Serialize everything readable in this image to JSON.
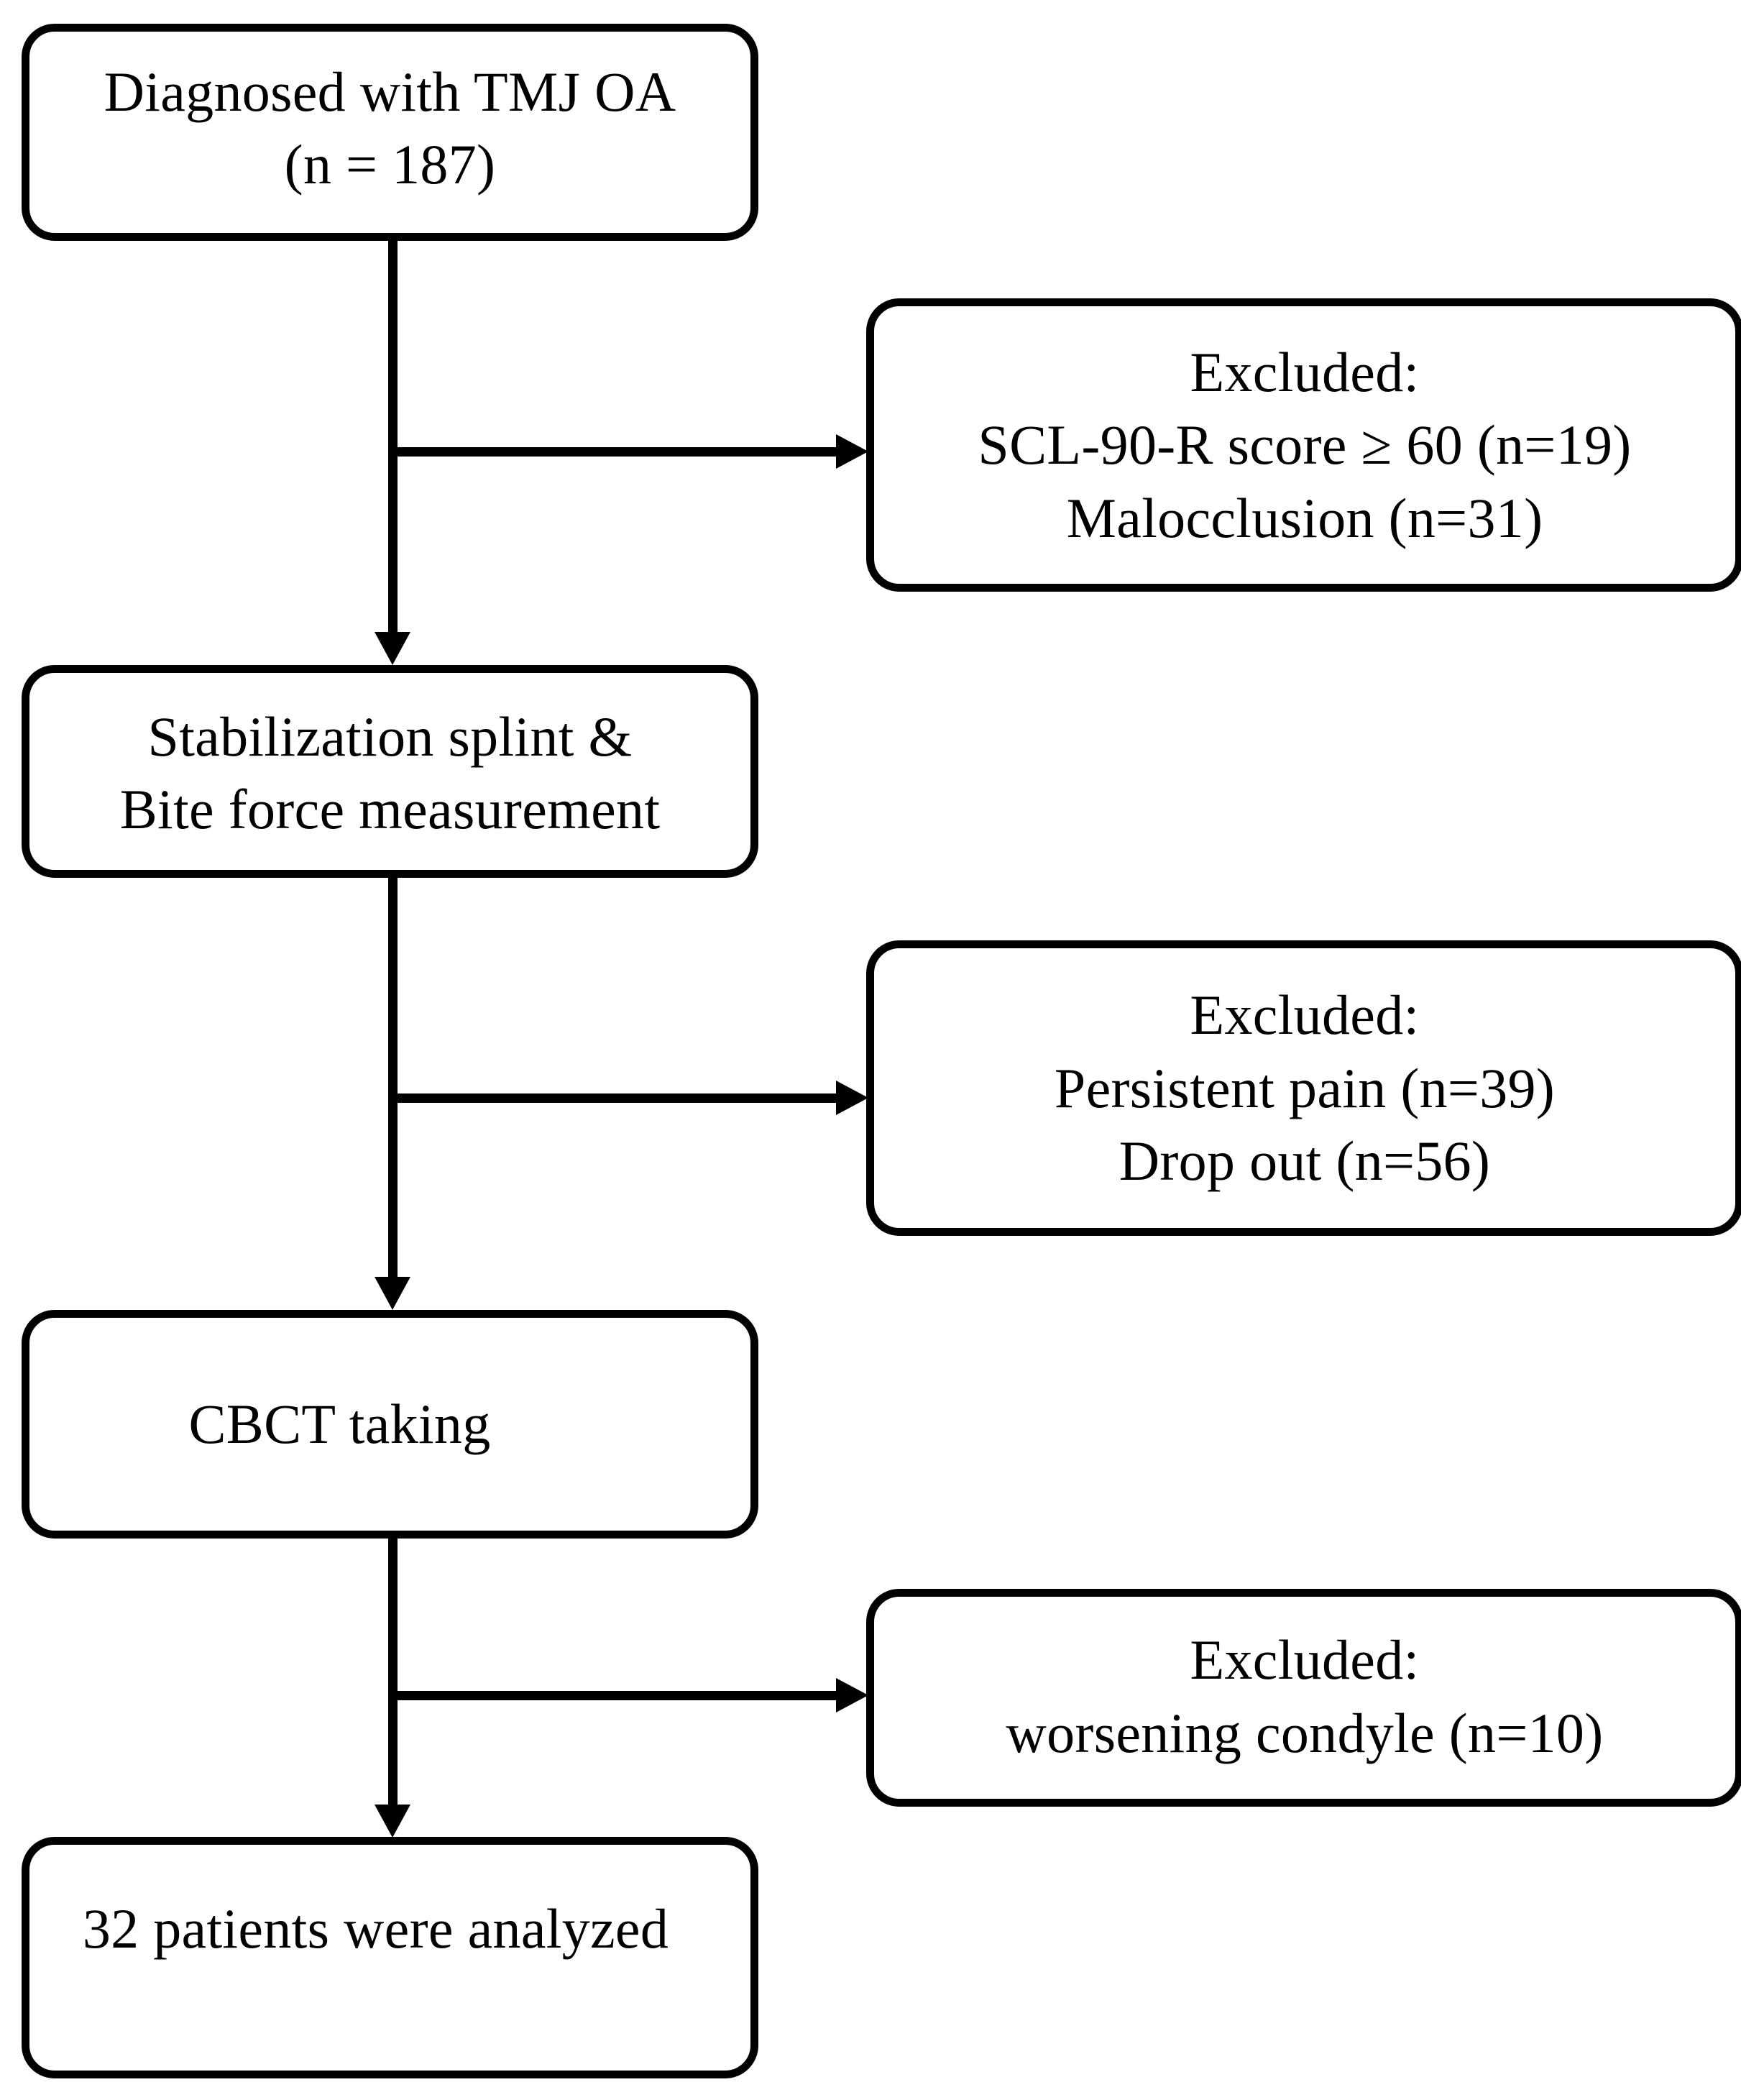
{
  "figure": {
    "type": "flowchart",
    "orientation": "top-to-bottom-with-right-branches",
    "background_color": "#ffffff",
    "line_color": "#000000",
    "text_color": "#000000"
  },
  "nodes": {
    "enrollment": {
      "id": "diagnosed",
      "text": "Diagnosed with TMJ OA\n(n = 187)",
      "n": 187
    },
    "step_splint": {
      "id": "stabilization-splint",
      "text": "Stabilization splint &\nBite force measurement"
    },
    "step_cbct": {
      "id": "cbct-taking",
      "text": "CBCT taking"
    },
    "analyzed": {
      "id": "analyzed",
      "text": "32 patients were analyzed",
      "n": 32
    }
  },
  "exclusions": [
    {
      "id": "exclusion-1",
      "heading": "Excluded:",
      "reasons": [
        "SCL-90-R score ≥ 60 (n=19)",
        "Malocclusion (n=31)"
      ],
      "text": "Excluded:\nSCL-90-R score ≥ 60 (n=19)\nMalocclusion (n=31)"
    },
    {
      "id": "exclusion-2",
      "heading": "Excluded:",
      "reasons": [
        "Persistent pain  (n=39)",
        "Drop out (n=56)"
      ],
      "text": "Excluded:\nPersistent pain  (n=39)\nDrop out (n=56)"
    },
    {
      "id": "exclusion-3",
      "heading": "Excluded:",
      "reasons": [
        "worsening condyle (n=10)"
      ],
      "text": "Excluded:\nworsening condyle (n=10)"
    }
  ]
}
